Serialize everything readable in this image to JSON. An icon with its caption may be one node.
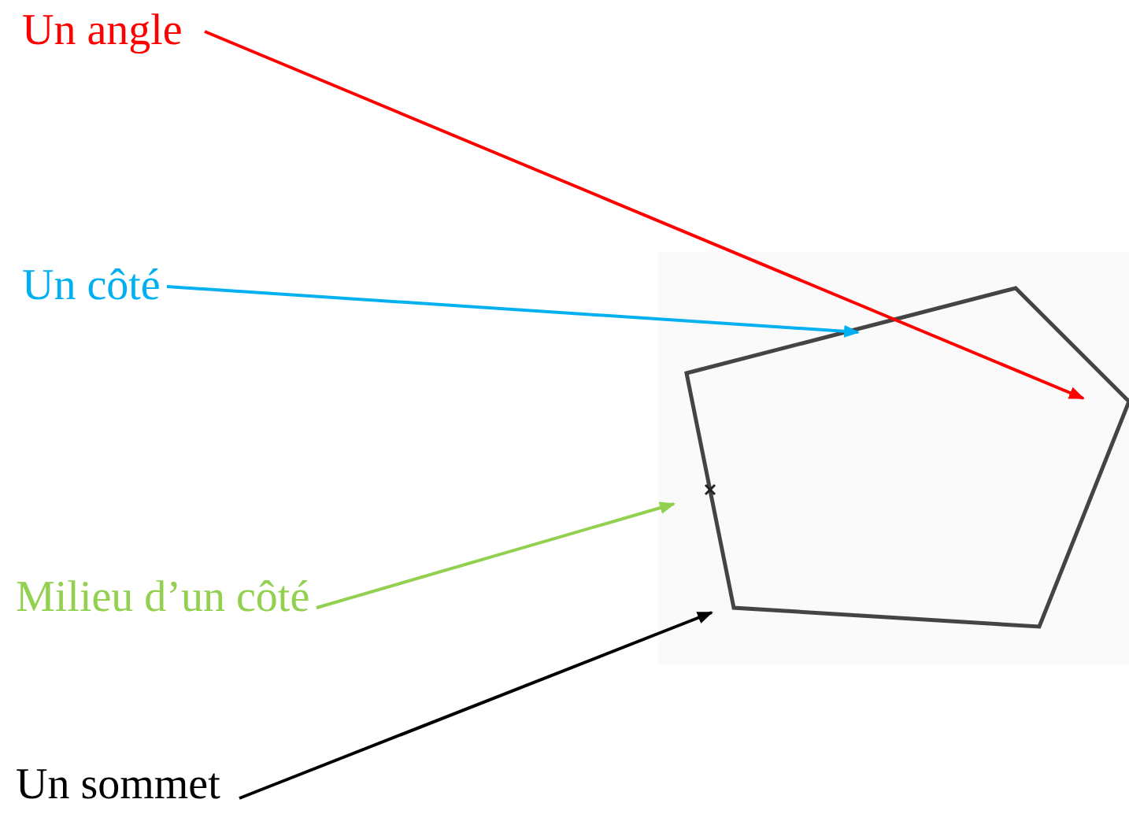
{
  "diagram": {
    "nodes": [
      {
        "text": [
          "Un angle"
        ]
      },
      {
        "text": [
          "Un côté"
        ]
      },
      {
        "text": [
          "Milieu d’un côté"
        ]
      },
      {
        "text": [
          "Un sommet"
        ]
      },
      {
        "text": [],
        "shape": "picture"
      }
    ],
    "edges": [
      {
        "from": 0,
        "to": 4,
        "arrow": "to",
        "color": "#ff0000"
      },
      {
        "from": 1,
        "to": 4,
        "arrow": "to",
        "color": "#00b0f0"
      },
      {
        "from": 2,
        "to": 4,
        "arrow": "to",
        "color": "#92d050"
      },
      {
        "from": 3,
        "to": 4,
        "arrow": "to",
        "color": "#000000"
      }
    ]
  }
}
